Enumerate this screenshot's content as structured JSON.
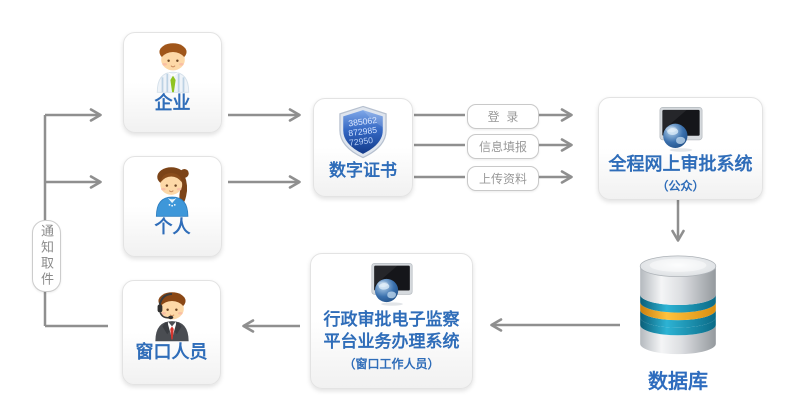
{
  "bracket": {
    "label": "通知取件"
  },
  "nodes": {
    "enterprise": {
      "label": "企业",
      "icon": "businessman-icon"
    },
    "individual": {
      "label": "个人",
      "icon": "woman-icon"
    },
    "window_staff": {
      "label": "窗口人员",
      "icon": "operator-headset-icon"
    },
    "digital_certificate": {
      "label": "数字证书",
      "icon": "shield-icon",
      "shield_numbers": [
        "385062",
        "872985",
        "72950"
      ]
    },
    "online_approval_system": {
      "label": "全程网上审批系统",
      "sublabel": "（公众）",
      "icon": "monitor-globe-icon"
    },
    "supervision_system": {
      "label_line1": "行政审批电子监察",
      "label_line2": "平台业务办理系统",
      "sublabel": "（窗口工作人员）",
      "icon": "monitor-globe-icon"
    },
    "database": {
      "label": "数据库",
      "icon": "database-icon"
    }
  },
  "flow_labels": {
    "login": "登  录",
    "fill_info": "信息填报",
    "upload_files": "上传资料"
  },
  "colors": {
    "label_blue": "#2f6db9",
    "line_gray": "#8f8f8f",
    "pill_text_gray": "#999999",
    "shield_blue": "#2c5fbe",
    "db_teal": "#0e86a6",
    "db_orange": "#f5a623",
    "tie_green": "#8fc31f",
    "tie_red": "#d6352e"
  }
}
